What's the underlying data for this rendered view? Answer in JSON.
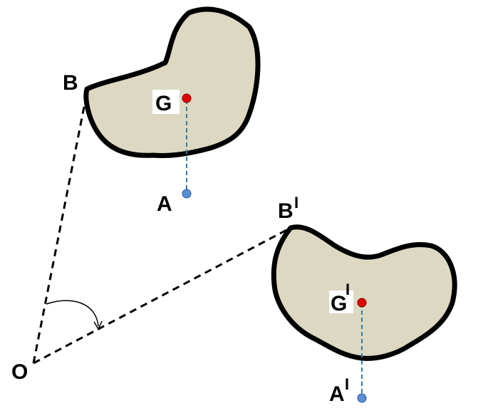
{
  "diagram": {
    "labels": {
      "B": "B",
      "G": "G",
      "A": "A",
      "B_prime": "B",
      "G_prime": "G",
      "A_prime": "A",
      "O": "O",
      "prime_mark": "I"
    },
    "colors": {
      "shape_fill": "#dcd8c2",
      "shape_stroke": "#000000",
      "centroid_point": "#e00000",
      "anchor_point": "#5b8fd4",
      "guide_line": "#2e7fa8",
      "construction_line": "#000000"
    }
  }
}
